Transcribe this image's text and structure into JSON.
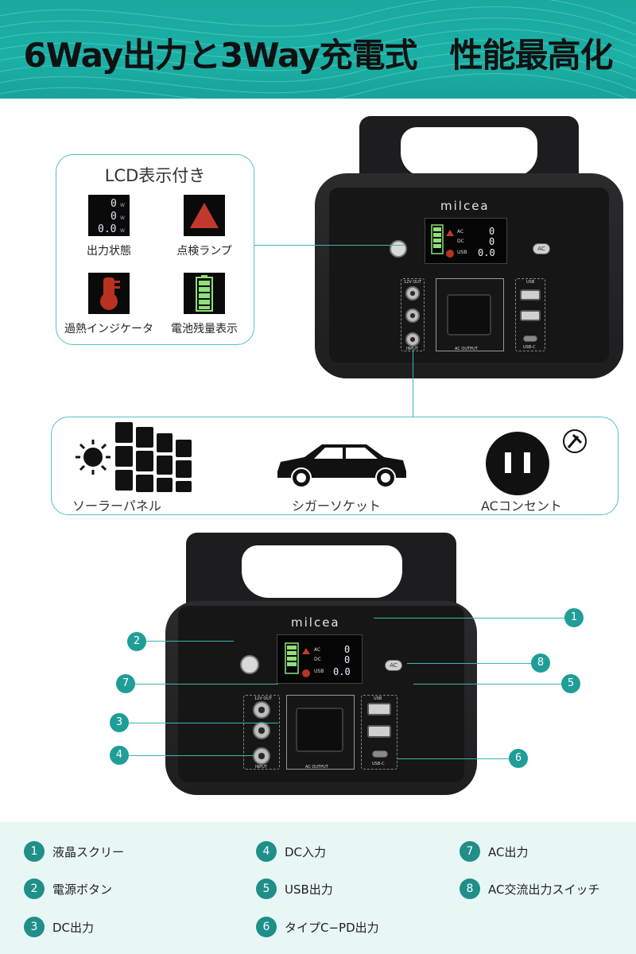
{
  "header": {
    "title": "6Way出力と3Way充電式　性能最高化",
    "bg_color": "#1bb0a6"
  },
  "lcd_box": {
    "title": "LCD表示付き",
    "items": [
      {
        "label": "出力状態",
        "icon": "output-status-icon"
      },
      {
        "label": "点検ランプ",
        "icon": "warning-triangle-icon"
      },
      {
        "label": "過熱インジケータ",
        "icon": "thermometer-icon"
      },
      {
        "label": "電池残量表示",
        "icon": "battery-level-icon"
      }
    ],
    "screen_values": [
      "0",
      "0",
      "0.0"
    ],
    "screen_unit": "W"
  },
  "device": {
    "brand": "milcea",
    "screen_labels": [
      "AC",
      "DC",
      "USB"
    ],
    "screen_values": [
      "0",
      "0",
      "0.0"
    ],
    "screen_unit": "W",
    "ac_button": "AC",
    "dc_label": "12V OUT",
    "input_label": "INPUT",
    "ac_output_label": "AC OUTPUT",
    "usb_label": "USB",
    "usbc_label": "USB-C"
  },
  "charging": {
    "items": [
      {
        "label": "ソーラーパネル",
        "icon": "solar-panel-icon"
      },
      {
        "label": "シガーソケット",
        "icon": "car-icon"
      },
      {
        "label": "ACコンセント",
        "icon": "ac-outlet-icon"
      }
    ]
  },
  "callouts": [
    "1",
    "2",
    "3",
    "4",
    "5",
    "6",
    "7",
    "8"
  ],
  "legend": {
    "items": [
      {
        "num": "1",
        "label": "液晶スクリー"
      },
      {
        "num": "2",
        "label": "電源ボタン"
      },
      {
        "num": "3",
        "label": "DC出力"
      },
      {
        "num": "4",
        "label": "DC入力"
      },
      {
        "num": "5",
        "label": "USB出力"
      },
      {
        "num": "6",
        "label": "タイプC−PD出力"
      },
      {
        "num": "7",
        "label": "AC出力"
      },
      {
        "num": "8",
        "label": "AC交流出力スイッチ"
      }
    ],
    "accent_color": "#1f8f88"
  }
}
